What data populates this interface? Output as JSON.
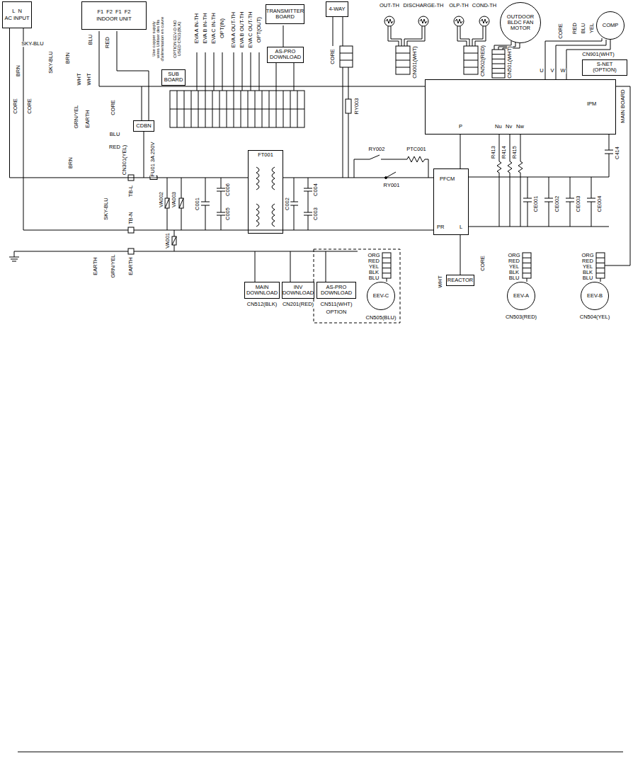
{
  "diagram": {
    "nodes": [
      {
        "text": [
          "L",
          "N",
          "AC INPUT"
        ]
      },
      {
        "text": [
          "F1",
          "F2",
          "F1",
          "F2",
          "INDOOR UNIT"
        ]
      },
      {
        "text": [
          "SUB BOARD"
        ]
      },
      {
        "text": [
          "TRANSMITTER BOARD"
        ]
      },
      {
        "text": [
          "AS-PRO DOWNLOAD"
        ]
      },
      {
        "text": [
          "4-WAY"
        ]
      },
      {
        "text": [
          "OUTDOOR BLDC FAN MOTOR"
        ]
      },
      {
        "text": [
          "COMP"
        ]
      },
      {
        "text": [
          "S-NET (OPTION)"
        ]
      },
      {
        "text": [
          "IPM",
          "Nu",
          "Nv",
          "Nw",
          "P"
        ]
      },
      {
        "text": [
          "FT001"
        ]
      },
      {
        "text": [
          "PFCM",
          "PR",
          "L"
        ]
      },
      {
        "text": [
          "CDBN"
        ]
      },
      {
        "text": [
          "MAIN DOWNLOAD"
        ]
      },
      {
        "text": [
          "INV DOWNLOAD"
        ]
      },
      {
        "text": [
          "AS-PRO DOWNLOAD"
        ]
      },
      {
        "text": [
          "EEV-C"
        ]
      },
      {
        "text": [
          "REACTOR"
        ]
      },
      {
        "text": [
          "EEV-A"
        ]
      },
      {
        "text": [
          "EEV-B"
        ]
      }
    ],
    "edges": [
      {
        "from": 0,
        "to": 10,
        "arrow": "none"
      },
      {
        "from": 10,
        "to": 11,
        "arrow": "none"
      },
      {
        "from": 11,
        "to": 9,
        "arrow": "none"
      },
      {
        "from": 9,
        "to": 7,
        "arrow": "none"
      },
      {
        "from": 17,
        "to": 11,
        "arrow": "none"
      }
    ],
    "labels": [
      "BRN",
      "SKY-BLU",
      "SKY-BLU",
      "BRN",
      "BLU",
      "RED",
      "WHT",
      "WHT",
      "GRN/YEL",
      "EARTH",
      "CORE",
      "CORE",
      "CORE",
      "BLU",
      "RED",
      "CN301(YEL)",
      "BRN",
      "SKY-BLU",
      "TB-L",
      "TB-N",
      "EARTH",
      "GRN/YEL",
      "EARTH",
      "FU01 3A 250V",
      "VA002",
      "VA003",
      "VA001",
      "C001",
      "C006",
      "C005",
      "C002",
      "C004",
      "C003",
      "RY002",
      "PTC001",
      "RY001",
      "RY003",
      "R413",
      "R414",
      "R415",
      "C414",
      "CE001",
      "CE002",
      "CE003",
      "CE004",
      "MAIN BOARD",
      "U",
      "V",
      "W",
      "RED",
      "BLU",
      "YEL",
      "CORE",
      "CN901(WHT)",
      "CN501(WHT)",
      "CN001(WHT)",
      "CN502(RED)",
      "OUT-TH",
      "DISCHARGE-TH",
      "OLP-TH",
      "COND-TH",
      "CORE",
      "Use copper supply wires Utiliser des fils d'alimentation en cuivre",
      "OPTION EEV-D NO USED CN31(BLK)",
      "EVA A IN-TH",
      "EVA B IN-TH",
      "EVA C IN-TH",
      "OPT(IN)",
      "EVA A OUT-TH",
      "EVA B OUT-TH",
      "EVA C OUT-TH",
      "OPT(OUT)",
      "CN512(BLK)",
      "CN201(RED)",
      "CN511(WHT)",
      "OPTION",
      "CN505(BLU)",
      "CN503(RED)",
      "CN504(YEL)",
      "WHT",
      "CORE",
      "ORG",
      "RED",
      "YEL",
      "BLK",
      "BLU",
      "ORG",
      "RED",
      "YEL",
      "BLK",
      "BLU",
      "ORG",
      "RED",
      "YEL",
      "BLK",
      "BLU"
    ]
  }
}
